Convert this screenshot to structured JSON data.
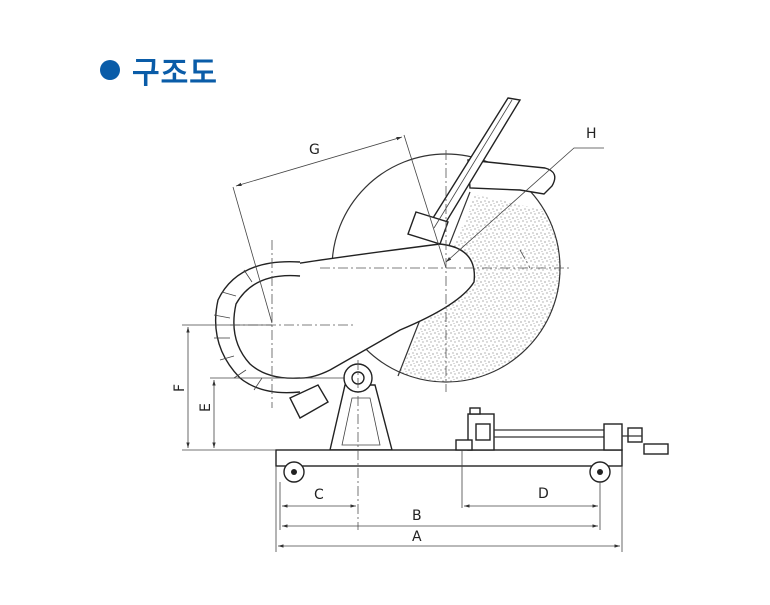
{
  "header": {
    "title": "구조도"
  },
  "dimensions": {
    "A": "A",
    "B": "B",
    "C": "C",
    "D": "D",
    "E": "E",
    "F": "F",
    "G": "G",
    "H": "H"
  },
  "colors": {
    "accent": "#0a5ca8",
    "line": "#222222"
  }
}
